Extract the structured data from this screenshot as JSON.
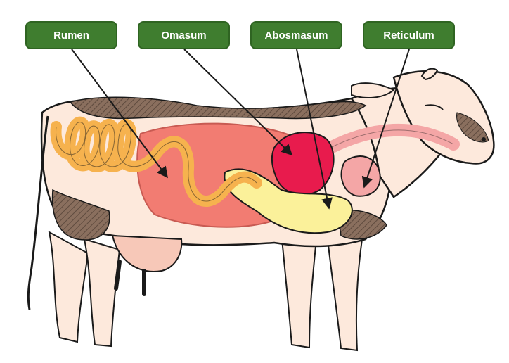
{
  "labels": {
    "rumen": "Rumen",
    "omasum": "Omasum",
    "abomasum": "Abosmasum",
    "reticulum": "Reticulum"
  },
  "colors": {
    "label_bg": "#3f7d2f",
    "label_text": "#ffffff",
    "cow_body": "#fde9dc",
    "cow_spots": "#8a6f5e",
    "outline": "#1a1a1a",
    "intestine": "#f6b24e",
    "rumen": "#f27c72",
    "omasum": "#e81b4d",
    "abomasum": "#fbf19a",
    "reticulum": "#f4a6a6"
  }
}
